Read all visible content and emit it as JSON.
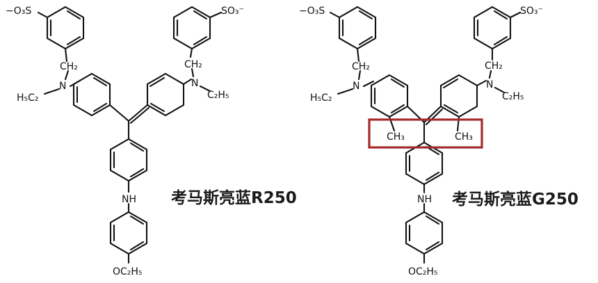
{
  "diagram": {
    "left_molecule": {
      "name": "考马斯亮蓝R250",
      "labels": {
        "so3_left": "−O₃S",
        "so3_right": "SO₃⁻",
        "ch2_left": "CH₂",
        "ch2_right": "CH₂",
        "n_left": "N",
        "n_right": "N",
        "ethyl_left": "H₅C₂",
        "ethyl_right": "C₂H₅",
        "nh": "NH",
        "ethoxy": "OC₂H₅"
      }
    },
    "right_molecule": {
      "name": "考马斯亮蓝G250",
      "labels": {
        "so3_left": "−O₃S",
        "so3_right": "SO₃⁻",
        "ch2_left": "CH₂",
        "ch2_right": "CH₂",
        "n_left": "N",
        "n_right": "N",
        "ethyl_left": "H₅C₂",
        "ethyl_right": "C₂H₅",
        "methyl_left": "CH₃",
        "methyl_right": "CH₃",
        "nh": "NH",
        "ethoxy": "OC₂H₅"
      },
      "highlight_color": "#a52a2a"
    }
  }
}
